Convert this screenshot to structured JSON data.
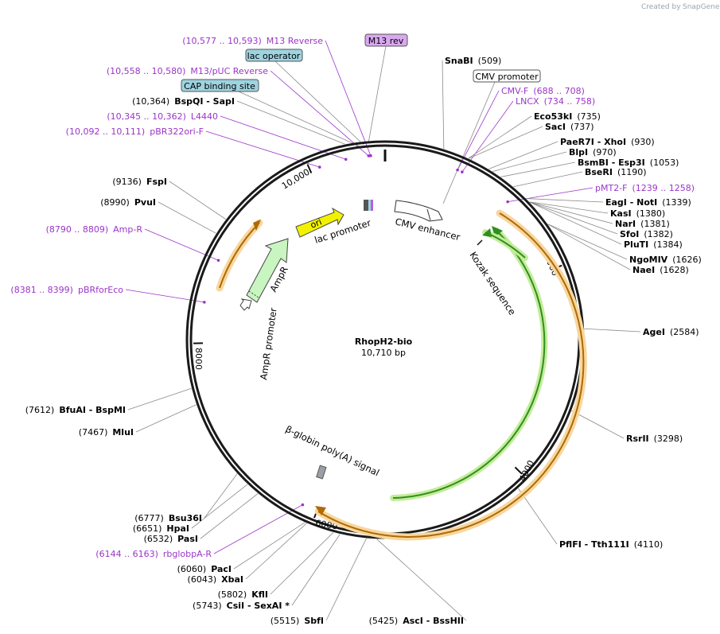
{
  "title": "RhopH2-bio",
  "length_label": "10,710 bp",
  "total_bp": 10710,
  "branding": {
    "created_by": "Created by",
    "product": "SnapGene"
  },
  "colors": {
    "backbone": "#1a1a1a",
    "primer": "#9b35c9",
    "orange_feature": "#f0a830",
    "green_feature": "#2f8f1f",
    "ori": "#f2f200",
    "ampr": "#c8f5c0",
    "callout_blue": "#9ed3e0",
    "callout_purple": "#d9a8f0"
  },
  "ticks": [
    {
      "label": "2000",
      "bp": 2000
    },
    {
      "label": "4000",
      "bp": 4000
    },
    {
      "label": "6000",
      "bp": 6000
    },
    {
      "label": "8000",
      "bp": 8000
    },
    {
      "label": "10,000",
      "bp": 10000
    }
  ],
  "internal_labels": {
    "cmv_enhancer": "CMV enhancer",
    "kozak": "Kozak sequence",
    "lac_promoter": "lac promoter",
    "ori": "ori",
    "ampr": "AmpR",
    "ampr_promoter": "AmpR promoter",
    "globin_polya": "β-globin poly(A) signal"
  },
  "callouts": [
    {
      "text": "M13 rev",
      "style": "purple"
    },
    {
      "text": "lac operator",
      "style": "blue"
    },
    {
      "text": "CAP binding site",
      "style": "blue"
    },
    {
      "text": "CMV promoter",
      "style": "white"
    }
  ],
  "right_sites": [
    {
      "name": "SnaBI",
      "pos": "(509)"
    },
    {
      "name": "CMV-F",
      "pos": "(688 .. 708)",
      "primer": true
    },
    {
      "name": "LNCX",
      "pos": "(734 .. 758)",
      "primer": true
    },
    {
      "name": "Eco53kI",
      "pos": "(735)"
    },
    {
      "name": "SacI",
      "pos": "(737)"
    },
    {
      "name": "PaeR7I - XhoI",
      "pos": "(930)"
    },
    {
      "name": "BlpI",
      "pos": "(970)"
    },
    {
      "name": "BsmBI - Esp3I",
      "pos": "(1053)"
    },
    {
      "name": "BseRI",
      "pos": "(1190)"
    },
    {
      "name": "pMT2-F",
      "pos": "(1239 .. 1258)",
      "primer": true
    },
    {
      "name": "EagI - NotI",
      "pos": "(1339)"
    },
    {
      "name": "KasI",
      "pos": "(1380)"
    },
    {
      "name": "NarI",
      "pos": "(1381)"
    },
    {
      "name": "SfoI",
      "pos": "(1382)"
    },
    {
      "name": "PluTI",
      "pos": "(1384)"
    },
    {
      "name": "NgoMIV",
      "pos": "(1626)"
    },
    {
      "name": "NaeI",
      "pos": "(1628)"
    },
    {
      "name": "AgeI",
      "pos": "(2584)"
    },
    {
      "name": "RsrII",
      "pos": "(3298)"
    },
    {
      "name": "PflFI - Tth111I",
      "pos": "(4110)"
    }
  ],
  "left_sites": [
    {
      "name": "M13 Reverse",
      "pos": "(10,577 .. 10,593)",
      "primer": true
    },
    {
      "name": "M13/pUC Reverse",
      "pos": "(10,558 .. 10,580)",
      "primer": true
    },
    {
      "name": "BspQI - SapI",
      "pos": "(10,364)"
    },
    {
      "name": "L4440",
      "pos": "(10,345 .. 10,362)",
      "primer": true
    },
    {
      "name": "pBR322ori-F",
      "pos": "(10,092 .. 10,111)",
      "primer": true
    },
    {
      "name": "FspI",
      "pos": "(9136)"
    },
    {
      "name": "PvuI",
      "pos": "(8990)"
    },
    {
      "name": "Amp-R",
      "pos": "(8790 .. 8809)",
      "primer": true
    },
    {
      "name": "pBRforEco",
      "pos": "(8381 .. 8399)",
      "primer": true
    },
    {
      "name": "BfuAI - BspMI",
      "pos": "(7612)"
    },
    {
      "name": "MluI",
      "pos": "(7467)"
    },
    {
      "name": "Bsu36I",
      "pos": "(6777)"
    },
    {
      "name": "HpaI",
      "pos": "(6651)"
    },
    {
      "name": "PasI",
      "pos": "(6532)"
    },
    {
      "name": "rbglobpA-R",
      "pos": "(6144 .. 6163)",
      "primer": true
    },
    {
      "name": "PacI",
      "pos": "(6060)"
    },
    {
      "name": "XbaI",
      "pos": "(6043)"
    },
    {
      "name": "KflI",
      "pos": "(5802)"
    },
    {
      "name": "CsiI - SexAI *",
      "pos": "(5743)"
    },
    {
      "name": "SbfI",
      "pos": "(5515)"
    },
    {
      "name": "AscI - BssHII",
      "pos": "(5425)"
    }
  ]
}
